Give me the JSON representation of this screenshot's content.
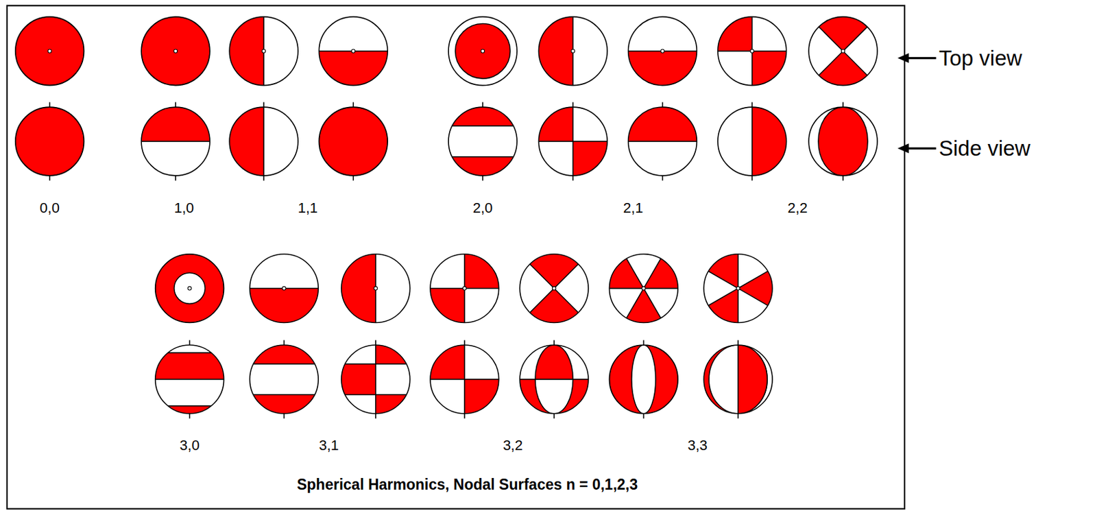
{
  "diagram": {
    "caption": "Spherical Harmonics, Nodal Surfaces n = 0,1,2,3",
    "labels": [
      "Top view",
      "Side view",
      "0,0",
      "1,0",
      "1,1",
      "2,0",
      "2,1",
      "2,2",
      "3,0",
      "3,1",
      "3,2",
      "3,3"
    ]
  }
}
